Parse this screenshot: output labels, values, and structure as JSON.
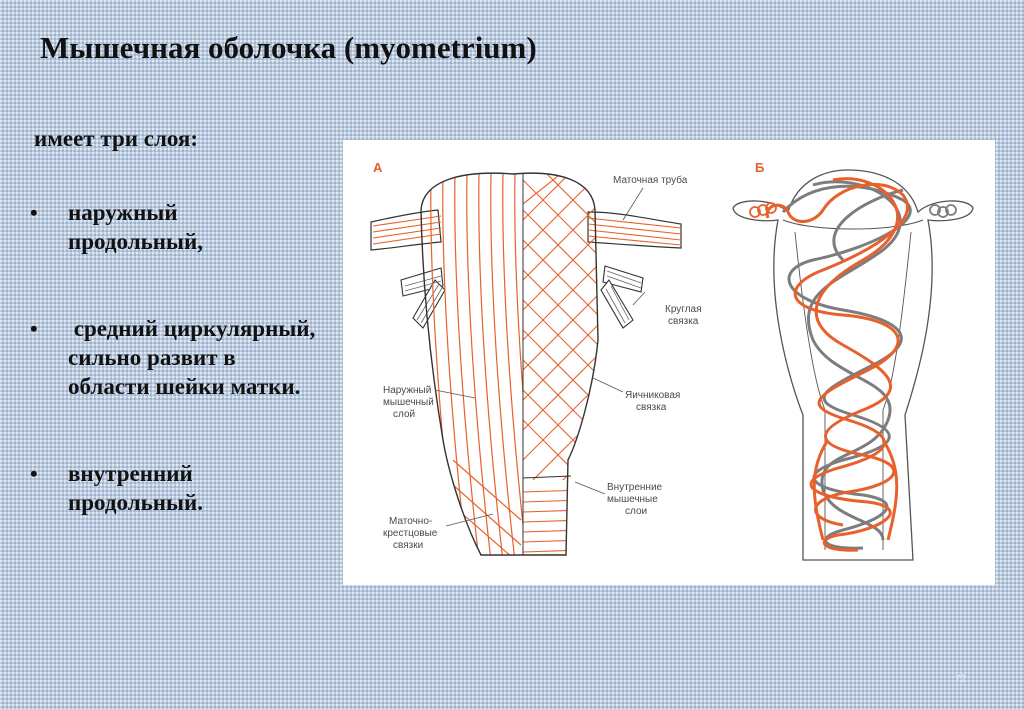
{
  "slide": {
    "title": "Мышечная оболочка  (myometrium)",
    "intro": "имеет три слоя:",
    "bullets": [
      "наружный продольный,",
      " средний циркулярный, сильно развит в области шейки матки.",
      "внутренний продольный."
    ],
    "page_number": "77"
  },
  "figure": {
    "panel_a": {
      "letter": "А",
      "labels": {
        "tube": "Маточная труба",
        "round_lig_1": "Круглая",
        "round_lig_2": "связка",
        "outer_1": "Наружный",
        "outer_2": "мышечный",
        "outer_3": "слой",
        "ovarian_1": "Яичниковая",
        "ovarian_2": "связка",
        "inner_1": "Внутренние",
        "inner_2": "мышечные",
        "inner_3": "слои",
        "sacro_1": "Маточно-",
        "sacro_2": "крестцовые",
        "sacro_3": "связки"
      }
    },
    "panel_b": {
      "letter": "Б"
    },
    "colors": {
      "accent": "#e8602c",
      "grey": "#7d7d7d",
      "outline": "#333333"
    }
  }
}
